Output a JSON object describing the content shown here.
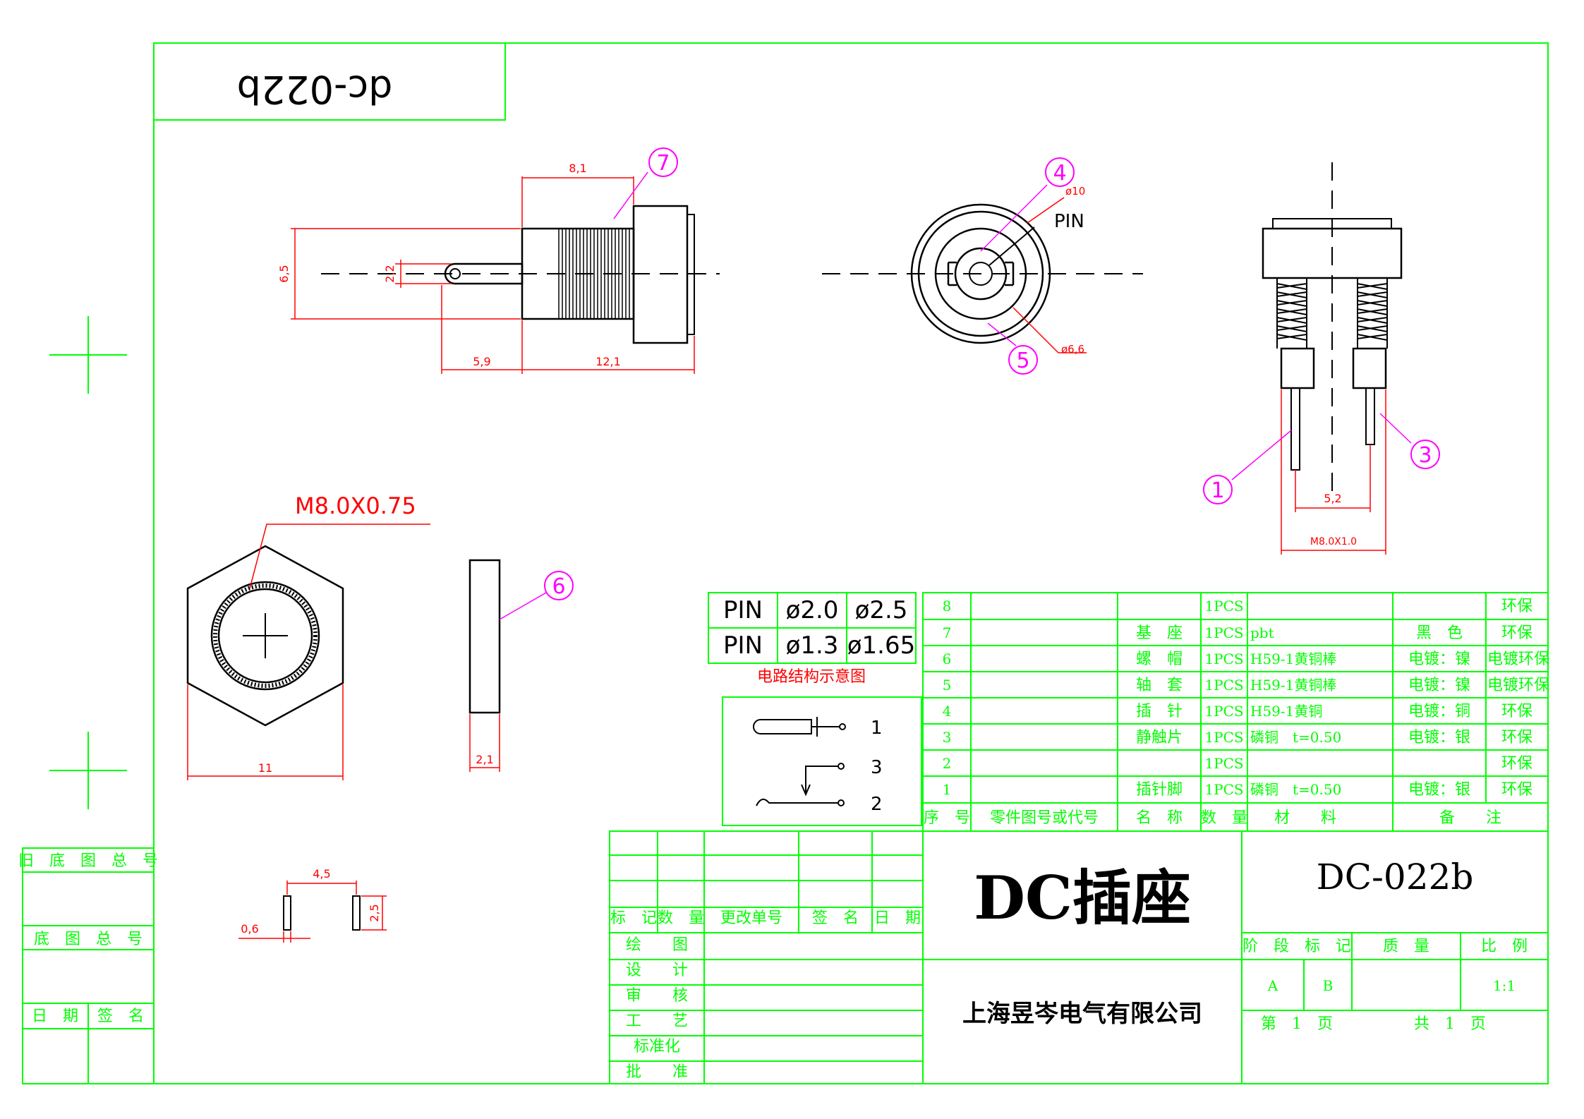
{
  "header": {
    "mirrored_code": "dc-022b"
  },
  "front_view": {
    "dim_length_8_1": "8,1",
    "dim_height_6_5": "6,5",
    "dim_pin_2_2": "2,2",
    "dim_pin_len_5_9": "5,9",
    "dim_body_12_1": "12,1",
    "balloon_7": "7"
  },
  "end_view": {
    "balloon_4": "4",
    "balloon_5": "5",
    "dim_phi10": "ø10",
    "dim_phi6_6": "ø6,6",
    "pin_label": "PIN"
  },
  "side_view": {
    "balloon_1": "1",
    "balloon_3": "3",
    "dim_5_2": "5,2",
    "dim_thread": "M8.0X1.0"
  },
  "nut_view": {
    "thread_label": "M8.0X0.75",
    "dim_11": "11",
    "dim_2_1": "2,1",
    "balloon_6": "6"
  },
  "pcb_view": {
    "dim_4_5": "4,5",
    "dim_0_6": "0,6",
    "dim_2_5": "2,5"
  },
  "pin_table": {
    "rows": [
      [
        "PIN",
        "ø2.0",
        "ø2.5"
      ],
      [
        "PIN",
        "ø1.3",
        "ø1.65"
      ]
    ]
  },
  "circuit": {
    "title": "电路结构示意图",
    "pins": [
      "1",
      "3",
      "2"
    ]
  },
  "bom": {
    "rows": [
      {
        "no": "8",
        "part": "",
        "name": "",
        "qty": "1PCS",
        "material": "",
        "finish": "",
        "note": "环保"
      },
      {
        "no": "7",
        "part": "",
        "name": "基　座",
        "qty": "1PCS",
        "material": "pbt",
        "finish": "黑　色",
        "note": "环保"
      },
      {
        "no": "6",
        "part": "",
        "name": "螺　帽",
        "qty": "1PCS",
        "material": "H59-1黄铜棒",
        "finish": "电镀：镍",
        "note": "电镀环保"
      },
      {
        "no": "5",
        "part": "",
        "name": "轴　套",
        "qty": "1PCS",
        "material": "H59-1黄铜棒",
        "finish": "电镀：镍",
        "note": "电镀环保"
      },
      {
        "no": "4",
        "part": "",
        "name": "插　针",
        "qty": "1PCS",
        "material": "H59-1黄铜",
        "finish": "电镀：铜",
        "note": "环保"
      },
      {
        "no": "3",
        "part": "",
        "name": "静触片",
        "qty": "1PCS",
        "material": "磷铜　t=0.50",
        "finish": "电镀：银",
        "note": "环保"
      },
      {
        "no": "2",
        "part": "",
        "name": "",
        "qty": "1PCS",
        "material": "",
        "finish": "",
        "note": "环保"
      },
      {
        "no": "1",
        "part": "",
        "name": "插针脚",
        "qty": "1PCS",
        "material": "磷铜　t=0.50",
        "finish": "电镀：银",
        "note": "环保"
      }
    ],
    "headers": [
      "序　号",
      "零件图号或代号",
      "名　称",
      "数　量",
      "材　　料",
      "",
      "备　　注"
    ]
  },
  "title_block": {
    "title": "DC插座",
    "code": "DC-022b",
    "company": "上海昱岑电气有限公司",
    "rev_headers": [
      "标　记",
      "数　量",
      "更改单号",
      "签　名",
      "日　期"
    ],
    "roles": [
      "绘　　图",
      "设　　计",
      "审　　核",
      "工　　艺",
      "标准化",
      "批　　准"
    ],
    "stage_header": "阶　段　标　记",
    "mass_header": "质　量",
    "scale_header": "比　例",
    "stage_a": "A",
    "stage_b": "B",
    "scale": "1:1",
    "sheet": "第　1　页",
    "total": "共　1　页"
  },
  "side_block": {
    "old_no": "旧　底　图　总　号",
    "base_no": "底　图　总　号",
    "date": "日　期",
    "sign": "签　名"
  }
}
